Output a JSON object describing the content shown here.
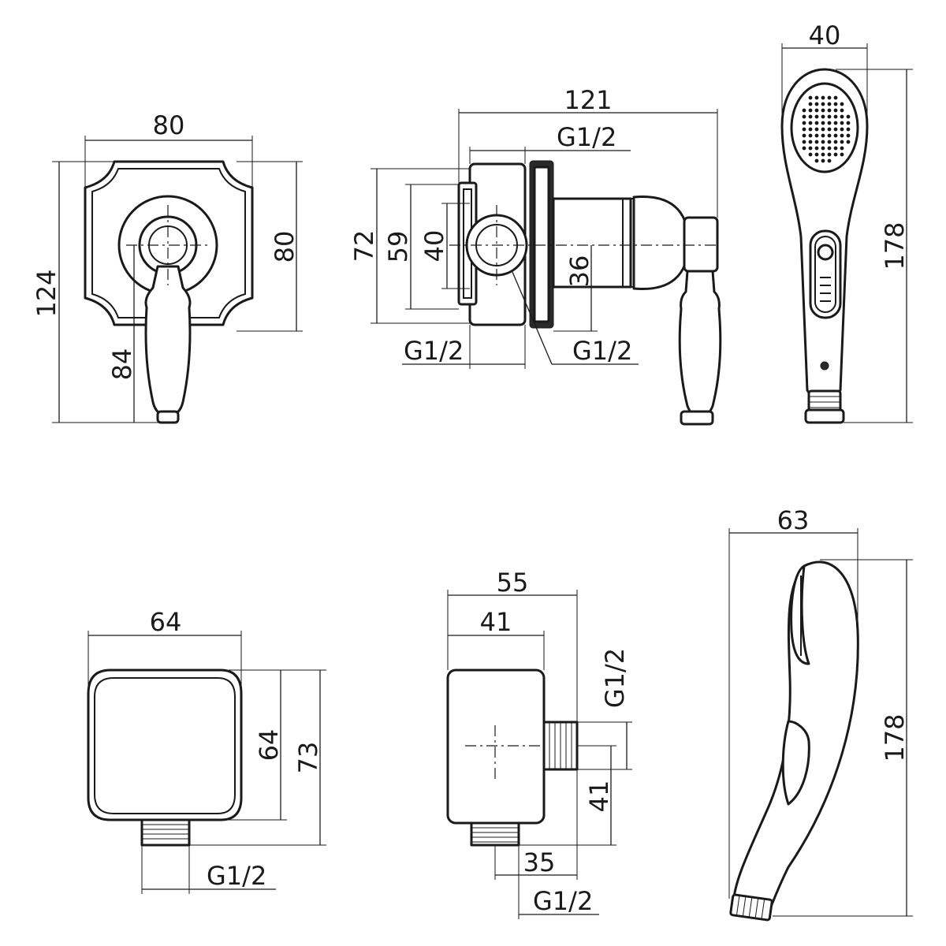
{
  "colors": {
    "line": "#1a1a1a",
    "background": "#ffffff"
  },
  "mixer_front": {
    "width": "80",
    "inner_height": "80",
    "total_height": "124",
    "handle_drop": "84"
  },
  "mixer_side": {
    "depth": "121",
    "thread_top": "G1/2",
    "h72": "72",
    "h59": "59",
    "h40": "40",
    "h36": "36",
    "thread_bottom_left": "G1/2",
    "thread_bottom_right": "G1/2"
  },
  "shower_front": {
    "width": "40",
    "length": "178"
  },
  "outlet_front": {
    "width": "64",
    "height_inner": "64",
    "height_total": "73",
    "thread": "G1/2"
  },
  "outlet_side": {
    "depth_total": "55",
    "depth_body": "41",
    "thread_side": "G1/2",
    "height_41": "41",
    "offset_35": "35",
    "thread_bottom": "G1/2"
  },
  "shower_side": {
    "width": "63",
    "length": "178"
  }
}
